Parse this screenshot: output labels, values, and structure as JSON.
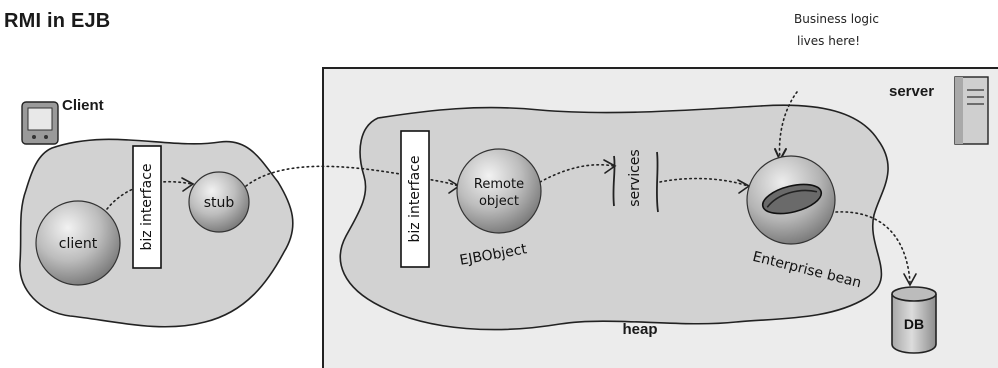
{
  "title": "RMI in EJB",
  "annotation": {
    "line1": "Business logic",
    "line2": "lives here!"
  },
  "client_area": {
    "label": "Client",
    "client_node": "client",
    "biz_interface": "biz interface",
    "stub": "stub"
  },
  "server_area": {
    "label": "server",
    "heap_label": "heap",
    "biz_interface": "biz interface",
    "remote_object": {
      "line1": "Remote",
      "line2": "object"
    },
    "ejbobject_label": "EJBObject",
    "services": "services",
    "enterprise_bean_label": "Enterprise bean",
    "db": "DB"
  },
  "colors": {
    "blob_fill": "#d2d2d2",
    "server_bg": "#ececec",
    "sphere_light": "#e6e6e6",
    "sphere_dark": "#8a8a8a"
  },
  "icons": [
    "pda-icon",
    "server-tower-icon",
    "database-icon",
    "bean-icon"
  ]
}
